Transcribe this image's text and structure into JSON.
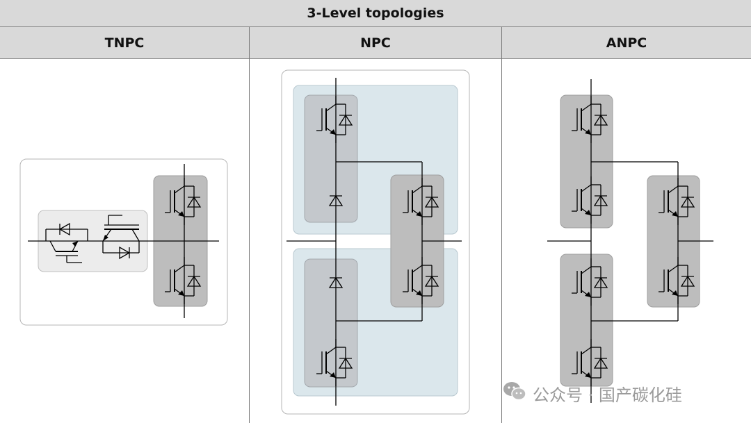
{
  "table": {
    "title": "3-Level topologies",
    "columns": [
      "TNPC",
      "NPC",
      "ANPC"
    ]
  },
  "watermark": {
    "icon": "wechat-icon",
    "text": "公众号 · 国产碳化硅"
  },
  "colors": {
    "header_bg": "#d9d9d9",
    "module_gray": "#bdbdbd",
    "module_light": "#ececec",
    "npc_blue": "#dbe7ec",
    "line": "#000000"
  }
}
